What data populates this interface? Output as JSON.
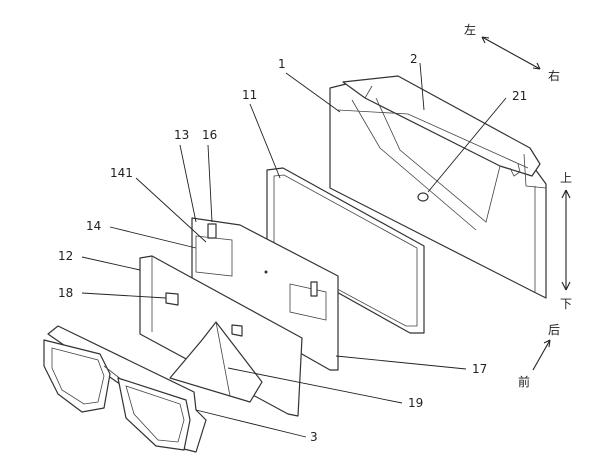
{
  "diagram": {
    "part_labels": {
      "p1": "1",
      "p2": "2",
      "p21": "21",
      "p11": "11",
      "p13": "13",
      "p16": "16",
      "p141": "141",
      "p14": "14",
      "p12": "12",
      "p18": "18",
      "p17": "17",
      "p19": "19",
      "p3": "3"
    },
    "directions": {
      "left": "左",
      "right": "右",
      "up": "上",
      "down": "下",
      "back": "后",
      "front": "前"
    }
  }
}
